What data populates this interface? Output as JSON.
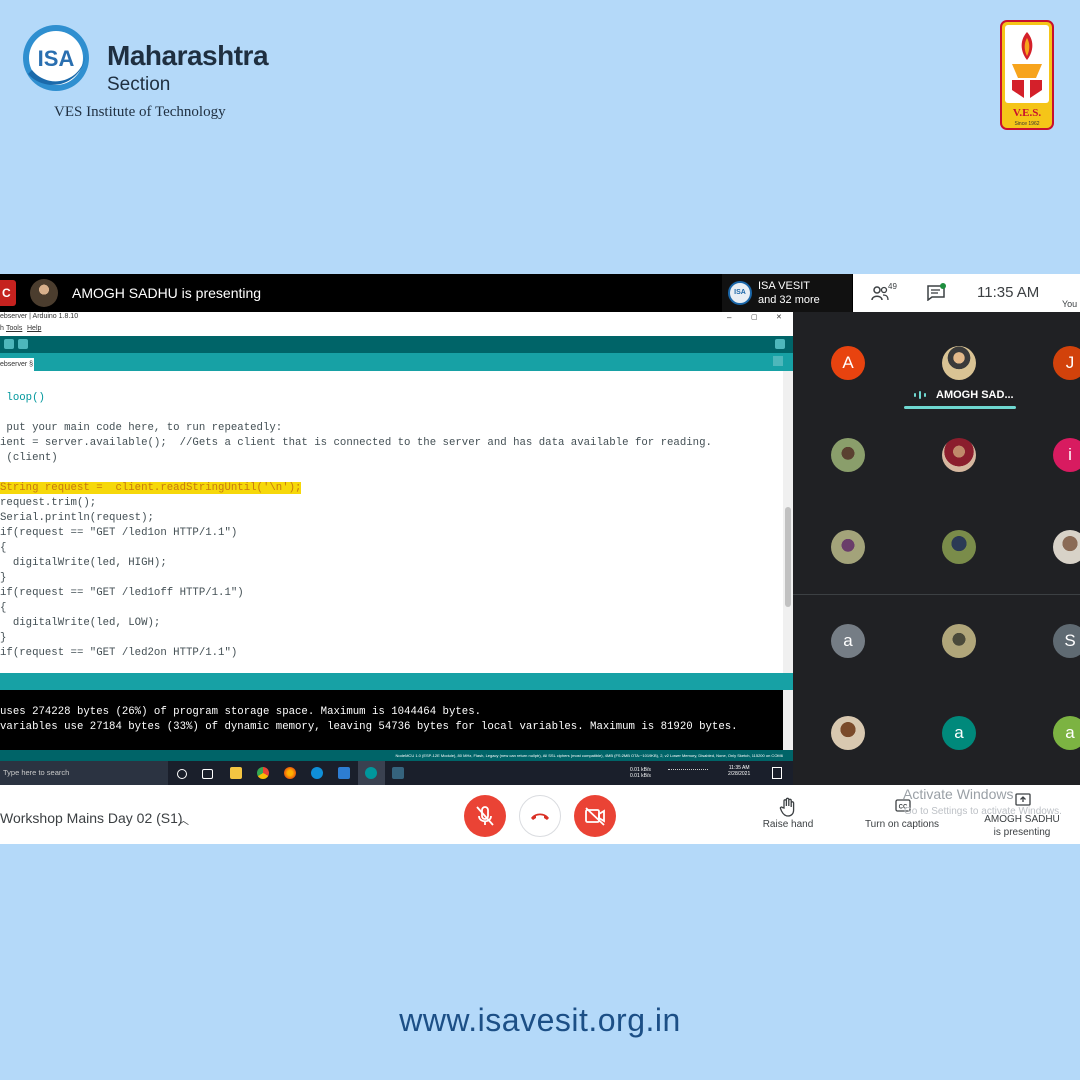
{
  "branding": {
    "isa_logo_text": "ISA",
    "title": "Maharashtra",
    "subtitle": "Section",
    "institute": "VES Institute of Technology",
    "ves_logo_text": "V.E.S.",
    "ves_since": "Since 1962"
  },
  "meet": {
    "cc_badge": "C",
    "presenting_banner": "AMOGH SADHU is presenting",
    "org_logo_text": "ISA",
    "org_name": "ISA VESIT",
    "org_more": "and 32 more",
    "participants_count": "49",
    "time": "11:35  AM",
    "you_label": "You"
  },
  "arduino": {
    "window_title": "ebserver | Arduino 1.8.10",
    "menu": [
      "h",
      "Tools",
      "Help"
    ],
    "tab_label": "ebserver §",
    "code_lines": [
      "",
      " loop()",
      "",
      " put your main code here, to run repeatedly:",
      "ient = server.available();  //Gets a client that is connected to the server and has data available for reading.",
      " (client)",
      "",
      "String request =  client.readStringUntil('\\n');",
      "request.trim();",
      "Serial.println(request);",
      "if(request == \"GET /led1on HTTP/1.1\")",
      "{",
      "  digitalWrite(led, HIGH);",
      "}",
      "if(request == \"GET /led1off HTTP/1.1\")",
      "{",
      "  digitalWrite(led, LOW);",
      "}",
      "if(request == \"GET /led2on HTTP/1.1\")"
    ],
    "console_lines": [
      "uses 274228 bytes (26%) of program storage space. Maximum is 1044464 bytes.",
      "variables use 27184 bytes (33%) of dynamic memory, leaving 54736 bytes for local variables. Maximum is 81920 bytes."
    ],
    "board_info": "NodeMCU 1.0 (ESP-12E Module), 80 MHz, Flash, Legacy (new can return nullptr), All SSL ciphers (most compatible), 4MB (FS:2MB OTA:~1019KB), 2, v2 Lower Memory, Disabled, None, Only Sketch, 115200 on COM6"
  },
  "taskbar": {
    "search_placeholder": "Type here to search",
    "net_up": "0.01 kB/s",
    "net_down": "0.01 kB/s",
    "clock_time": "11:35 AM",
    "clock_date": "2/28/2021"
  },
  "participants": [
    {
      "type": "letter",
      "letter": "A",
      "color": "#e8430f"
    },
    {
      "type": "photo",
      "name": "AMOGH SAD..."
    },
    {
      "type": "letter",
      "letter": "J",
      "color": "#d2420b"
    },
    {
      "type": "photo"
    },
    {
      "type": "photo"
    },
    {
      "type": "letter",
      "letter": "i",
      "color": "#d81b60"
    },
    {
      "type": "photo"
    },
    {
      "type": "photo"
    },
    {
      "type": "photo"
    },
    {
      "type": "letter",
      "letter": "a",
      "color": "#757d85"
    },
    {
      "type": "photo"
    },
    {
      "type": "letter",
      "letter": "S",
      "color": "#5f6a72"
    },
    {
      "type": "photo"
    },
    {
      "type": "letter",
      "letter": "a",
      "color": "#00897b"
    },
    {
      "type": "letter",
      "letter": "a",
      "color": "#7cb342"
    }
  ],
  "controls": {
    "meeting_title": "Workshop Mains Day 02 (S1)",
    "raise_hand": "Raise hand",
    "captions": "Turn on captions",
    "presenting_line1": "AMOGH SADHU",
    "presenting_line2": "is presenting",
    "activate_title": "Activate Windows",
    "activate_sub": "Go to Settings to activate Windows."
  },
  "website": "www.isavesit.org.in"
}
